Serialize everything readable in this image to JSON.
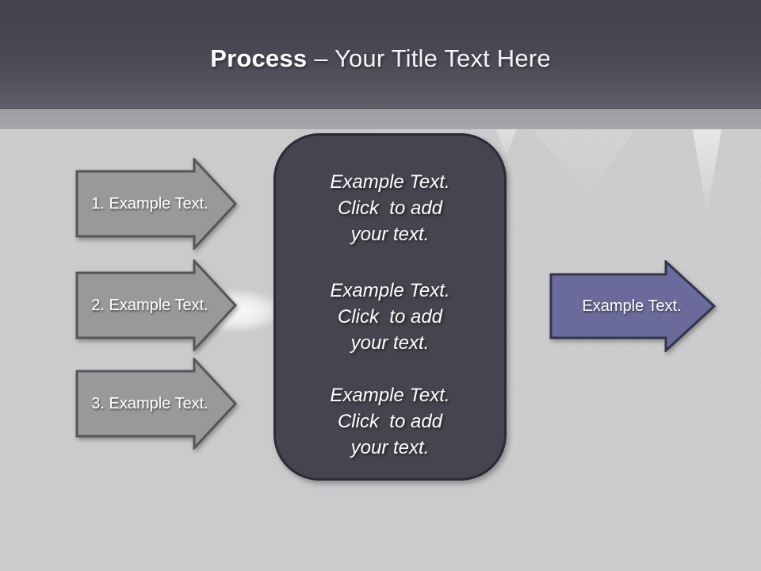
{
  "header": {
    "title_bold": "Process",
    "title_rest": "– Your Title Text Here"
  },
  "left_arrows": [
    {
      "label": "1. Example Text."
    },
    {
      "label": "2. Example Text."
    },
    {
      "label": "3. Example Text."
    }
  ],
  "center_box": {
    "blocks": [
      {
        "lines": [
          "Example Text.",
          "Click  to add",
          "your text."
        ]
      },
      {
        "lines": [
          "Example Text.",
          "Click  to add",
          "your text."
        ]
      },
      {
        "lines": [
          "Example Text.",
          "Click  to add",
          "your text."
        ]
      }
    ]
  },
  "right_arrow": {
    "label": "Example Text."
  },
  "colors": {
    "title_text": "#ffffff",
    "header_gradient_top": "#42424b",
    "header_gradient_bottom": "#5e5e69",
    "band": "#a1a1a6",
    "body_bg": "#cbcbcd",
    "gray_arrow_fill": "#999999",
    "gray_arrow_border": "#55555a",
    "purple_arrow_fill": "#6b6b9b",
    "purple_arrow_border": "#34344e",
    "box_fill": "#45454f",
    "box_border": "#2b2b36"
  }
}
